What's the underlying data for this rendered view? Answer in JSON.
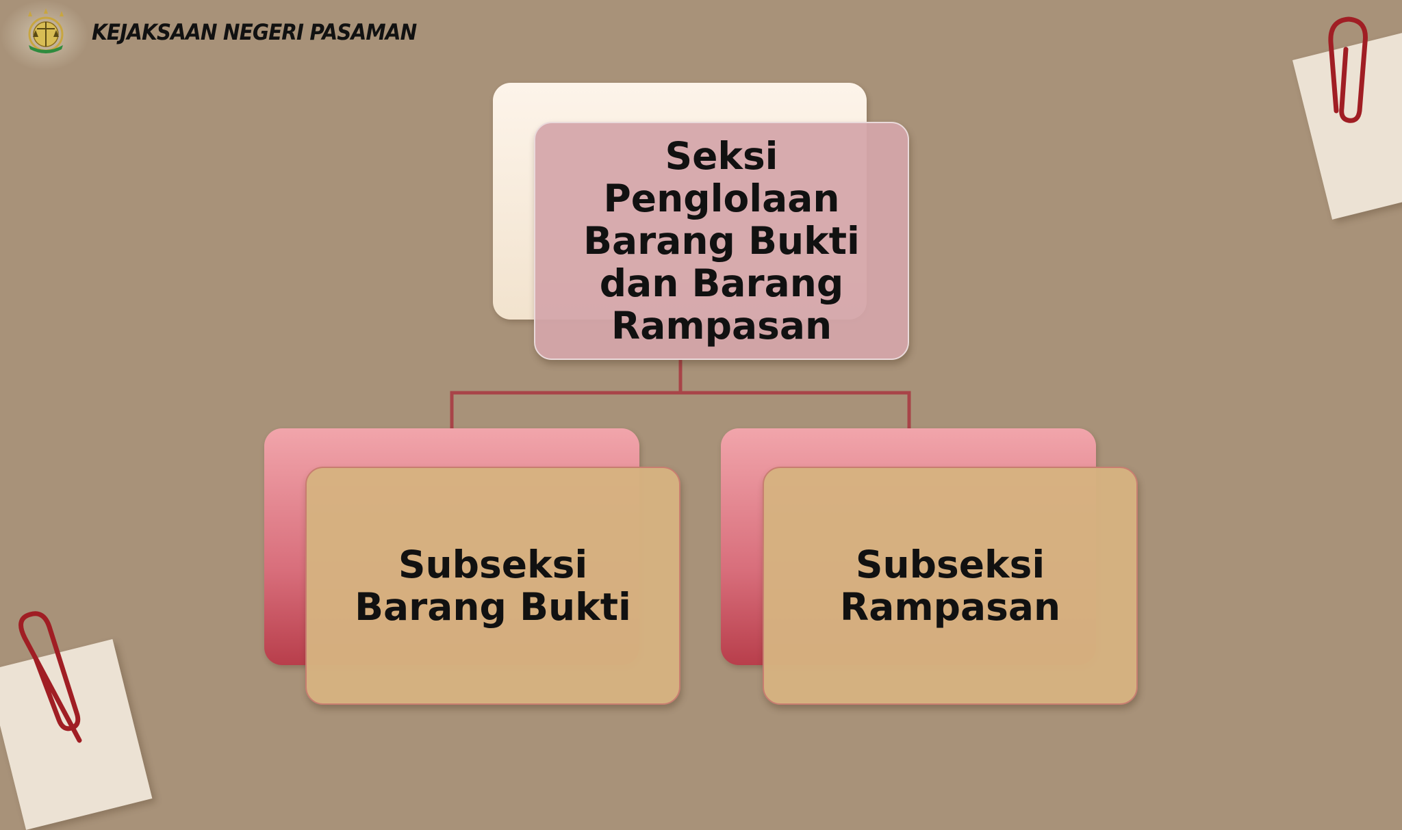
{
  "header": {
    "org_name": "KEJAKSAAN NEGERI PASAMAN",
    "logo_icon": "kejaksaan-emblem-icon"
  },
  "diagram": {
    "type": "org-chart",
    "root": {
      "label": "Seksi Penglolaan Barang Bukti dan Barang Rampasan"
    },
    "children": [
      {
        "label": "Subseksi Barang Bukti"
      },
      {
        "label": "Subseksi Rampasan"
      }
    ],
    "colors": {
      "background": "#a89279",
      "root_card": "#d4a6aa",
      "root_back_card": "#fbf0e2",
      "child_card": "#d6b280",
      "child_back_card": "#d86e7b",
      "connector": "#a84448",
      "paperclip": "#a01e24",
      "sticky_note": "#ece2d4"
    }
  },
  "decorations": {
    "top_right": "paperclip-note-icon",
    "bottom_left": "paperclip-note-icon"
  }
}
